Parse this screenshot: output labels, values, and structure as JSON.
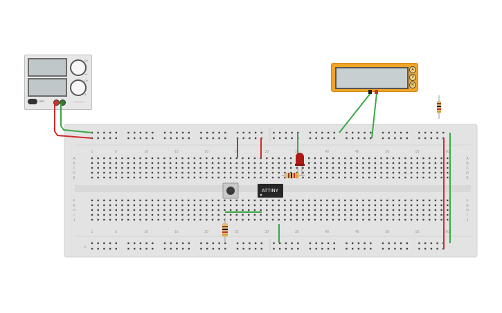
{
  "power_supply": {
    "switch_label": "OFF",
    "maker_label": "TINKER",
    "knob1_labels": [
      "Q+",
      "V+"
    ],
    "knob2_labels": [
      "Q+",
      "A"
    ]
  },
  "multimeter": {
    "buttons": [
      "A",
      "V",
      "R"
    ]
  },
  "breadboard": {
    "row_letters_top": [
      "A",
      "B",
      "C",
      "D",
      "E"
    ],
    "row_letters_bottom": [
      "F",
      "G",
      "H",
      "I",
      "J"
    ],
    "column_numbers": [
      "1",
      "5",
      "10",
      "15",
      "20",
      "25",
      "30",
      "35",
      "40",
      "45",
      "50",
      "55",
      "60"
    ],
    "plus_sign": "+"
  },
  "ic": {
    "label": "ATTINY"
  },
  "colors": {
    "breadboard": "#e3e3e3",
    "hole": "#444444",
    "wire_red": "#d22a2a",
    "wire_green": "#39a845",
    "meter": "#f0a52a",
    "led": "#b01818"
  }
}
